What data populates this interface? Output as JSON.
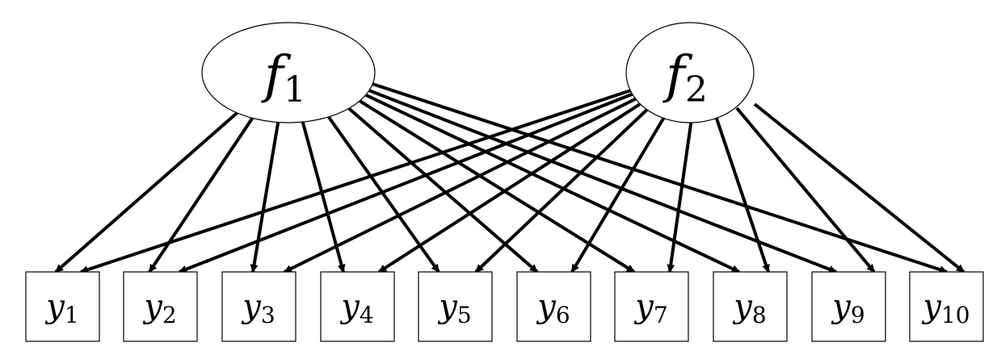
{
  "diagram": {
    "type": "factor-model-path-diagram",
    "factors": [
      {
        "id": "f1",
        "base": "f",
        "sub": "1"
      },
      {
        "id": "f2",
        "base": "f",
        "sub": "2"
      }
    ],
    "indicators": [
      {
        "id": "y1",
        "base": "y",
        "sub": "1"
      },
      {
        "id": "y2",
        "base": "y",
        "sub": "2"
      },
      {
        "id": "y3",
        "base": "y",
        "sub": "3"
      },
      {
        "id": "y4",
        "base": "y",
        "sub": "4"
      },
      {
        "id": "y5",
        "base": "y",
        "sub": "5"
      },
      {
        "id": "y6",
        "base": "y",
        "sub": "6"
      },
      {
        "id": "y7",
        "base": "y",
        "sub": "7"
      },
      {
        "id": "y8",
        "base": "y",
        "sub": "8"
      },
      {
        "id": "y9",
        "base": "y",
        "sub": "9"
      },
      {
        "id": "y10",
        "base": "y",
        "sub": "10"
      }
    ],
    "edges": [
      [
        "f1",
        "y1"
      ],
      [
        "f1",
        "y2"
      ],
      [
        "f1",
        "y3"
      ],
      [
        "f1",
        "y4"
      ],
      [
        "f1",
        "y5"
      ],
      [
        "f1",
        "y6"
      ],
      [
        "f1",
        "y7"
      ],
      [
        "f1",
        "y8"
      ],
      [
        "f1",
        "y9"
      ],
      [
        "f1",
        "y10"
      ],
      [
        "f2",
        "y1"
      ],
      [
        "f2",
        "y2"
      ],
      [
        "f2",
        "y3"
      ],
      [
        "f2",
        "y4"
      ],
      [
        "f2",
        "y5"
      ],
      [
        "f2",
        "y6"
      ],
      [
        "f2",
        "y7"
      ],
      [
        "f2",
        "y8"
      ],
      [
        "f2",
        "y9"
      ],
      [
        "f2",
        "y10"
      ]
    ],
    "colors": {
      "stroke": "#000000",
      "fill": "#ffffff"
    }
  }
}
